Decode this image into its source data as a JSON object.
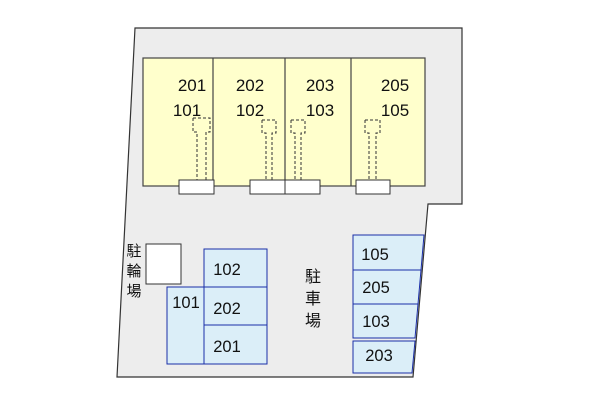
{
  "building": {
    "units": [
      {
        "upper": "201",
        "lower": "101"
      },
      {
        "upper": "202",
        "lower": "102"
      },
      {
        "upper": "203",
        "lower": "103"
      },
      {
        "upper": "205",
        "lower": "105"
      }
    ]
  },
  "bicycle_parking": {
    "label_chars": [
      "駐",
      "輪",
      "場"
    ]
  },
  "car_parking": {
    "label_chars": [
      "駐",
      "車",
      "場"
    ],
    "middle_column_spaces": [
      "102",
      "202",
      "201"
    ],
    "side_space": "101",
    "right_column_spaces": [
      "105",
      "205",
      "103",
      "203"
    ]
  },
  "colors": {
    "building_fill": "#ffffcc",
    "lot_fill": "#ededed",
    "space_fill": "#dbeef8",
    "space_stroke": "#1a2ea8",
    "outline": "#333333"
  }
}
